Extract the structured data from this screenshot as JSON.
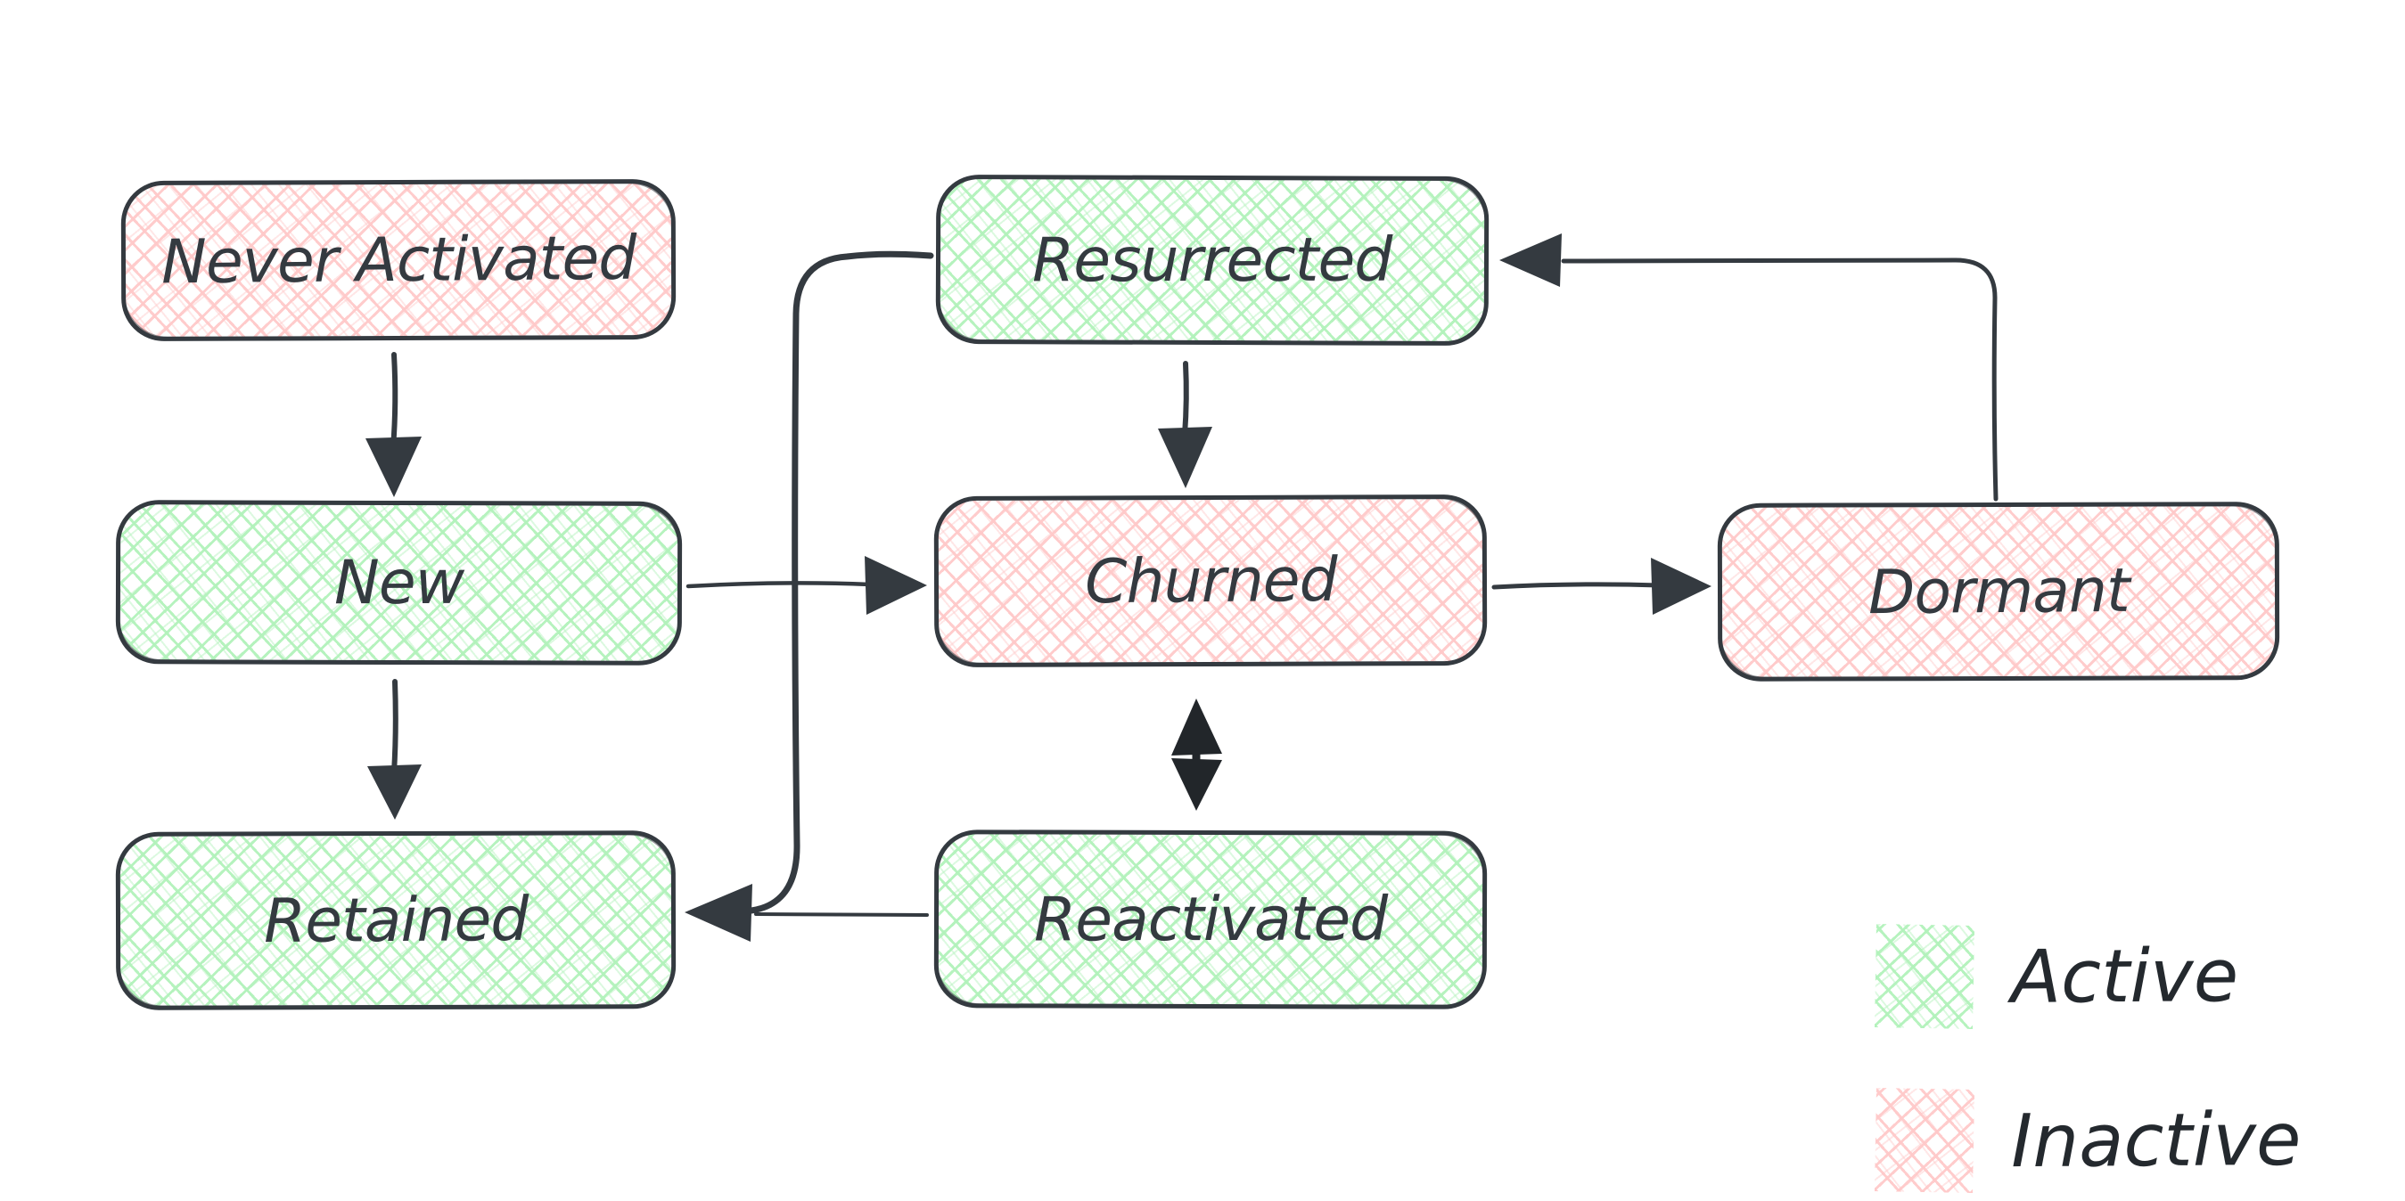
{
  "diagram": {
    "type": "flowchart",
    "style": "hand-drawn whiteboard (cross-hatched rounded rectangles)",
    "nodes": [
      {
        "id": "never-activated",
        "label": "Never Activated",
        "status": "inactive"
      },
      {
        "id": "new",
        "label": "New",
        "status": "active"
      },
      {
        "id": "retained",
        "label": "Retained",
        "status": "active"
      },
      {
        "id": "resurrected",
        "label": "Resurrected",
        "status": "active"
      },
      {
        "id": "churned",
        "label": "Churned",
        "status": "inactive"
      },
      {
        "id": "reactivated",
        "label": "Reactivated",
        "status": "active"
      },
      {
        "id": "dormant",
        "label": "Dormant",
        "status": "inactive"
      }
    ],
    "edges": [
      {
        "from": "Never Activated",
        "to": "New"
      },
      {
        "from": "New",
        "to": "Retained"
      },
      {
        "from": "New",
        "to": "Churned"
      },
      {
        "from": "Resurrected",
        "to": "Churned"
      },
      {
        "from": "Churned",
        "to": "Reactivated",
        "bidirectional": true
      },
      {
        "from": "Churned",
        "to": "Dormant"
      },
      {
        "from": "Dormant",
        "to": "Resurrected"
      },
      {
        "from": "Resurrected",
        "to": "Retained"
      },
      {
        "from": "Reactivated",
        "to": "Retained"
      }
    ],
    "legend": {
      "items": [
        {
          "label": "Active",
          "color": "#b2f2bb"
        },
        {
          "label": "Inactive",
          "color": "#ffc9c9"
        }
      ]
    },
    "colors": {
      "stroke": "#343a40",
      "active_fill": "#b2f2bb",
      "inactive_fill": "#ffc9c9",
      "label_text": "#343a40",
      "background": "#ffffff"
    }
  }
}
